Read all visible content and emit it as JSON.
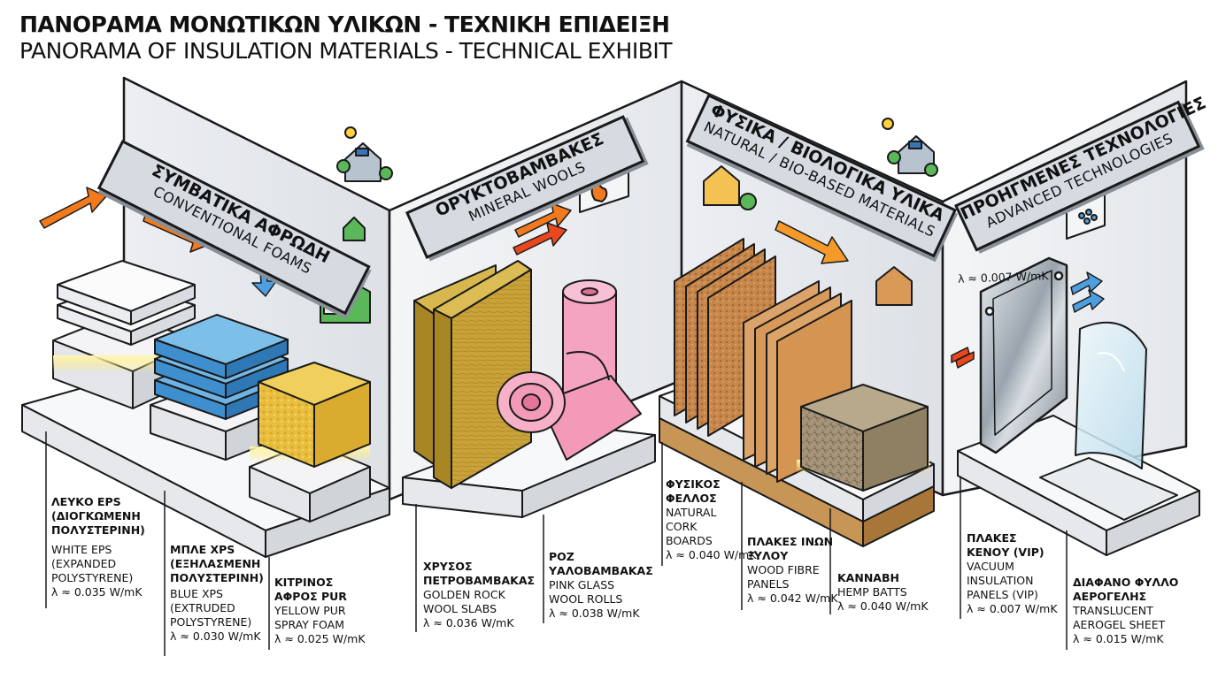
{
  "title": {
    "greek": "ΠΑΝΟΡΑΜΑ ΜΟΝΩΤΙΚΩΝ ΥΛΙΚΩΝ - ΤΕΧΝΙΚΗ ΕΠΙΔΕΙΞΗ",
    "english": "PANORAMA OF INSULATION MATERIALS - TECHNICAL EXHIBIT"
  },
  "sections": [
    {
      "id": "conventional",
      "greek": "ΣΥΜΒΑΤΙΚΑ ΑΦΡΩΔΗ",
      "english": "CONVENTIONAL FOAMS"
    },
    {
      "id": "mineral",
      "greek": "ΟΡΥΚΤΟΒΑΜΒΑΚΕΣ",
      "english": "MINERAL WOOLS"
    },
    {
      "id": "natural",
      "greek": "ΦΥΣΙΚΑ / ΒΙΟΛΟΓΙΚΑ ΥΛΙΚΑ",
      "english": "NATURAL / BIO-BASED MATERIALS"
    },
    {
      "id": "advanced",
      "greek": "ΠΡΟΗΓΜΕΝΕΣ ΤΕΧΝΟΛΟΓΙΕΣ",
      "english": "ADVANCED TECHNOLOGIES"
    }
  ],
  "materials": [
    {
      "id": "white-eps",
      "greek": [
        "ΛΕΥΚΟ EPS",
        "(ΔΙΟΓΚΩΜΕΝΗ",
        "ΠΟΛΥΣΤΕΡΙΝΗ)"
      ],
      "english": [
        "WHITE EPS",
        "(EXPANDED",
        "POLYSTYRENE)"
      ],
      "lambda": "λ ≈ 0.035 W/mK"
    },
    {
      "id": "blue-xps",
      "greek": [
        "ΜΠΛΕ XPS",
        "(ΕΞΗΛΑΣΜΕΝΗ",
        "ΠΟΛΥΣΤΕΡΙΝΗ)"
      ],
      "english": [
        "BLUE XPS",
        "(EXTRUDED",
        "POLYSTYRENE)"
      ],
      "lambda": "λ ≈ 0.030 W/mK"
    },
    {
      "id": "yellow-pur",
      "greek": [
        "ΚΙΤΡΙΝΟΣ",
        "ΑΦΡΟΣ PUR"
      ],
      "english": [
        "YELLOW PUR",
        "SPRAY FOAM"
      ],
      "lambda": "λ ≈ 0.025 W/mK"
    },
    {
      "id": "golden-rock",
      "greek": [
        "ΧΡΥΣΟΣ",
        "ΠΕΤΡΟΒΑΜΒΑΚΑΣ"
      ],
      "english": [
        "GOLDEN ROCK",
        "WOOL SLABS"
      ],
      "lambda": "λ ≈ 0.036 W/mK"
    },
    {
      "id": "pink-glass",
      "greek": [
        "ΡΟΖ",
        "ΥΑΛΟΒΑΜΒΑΚΑΣ"
      ],
      "english": [
        "PINK GLASS",
        "WOOL ROLLS"
      ],
      "lambda": "λ ≈ 0.038 W/mK"
    },
    {
      "id": "cork",
      "greek": [
        "ΦΥΣΙΚΟΣ",
        "ΦΕΛΛΟΣ"
      ],
      "english": [
        "NATURAL",
        "CORK",
        "BOARDS"
      ],
      "lambda": "λ ≈ 0.040 W/mK"
    },
    {
      "id": "wood-fibre",
      "greek": [
        "ΠΛΑΚΕΣ ΙΝΩΝ",
        "ΞΥΛΟΥ"
      ],
      "english": [
        "WOOD FIBRE",
        "PANELS"
      ],
      "lambda": "λ ≈ 0.042 W/mK"
    },
    {
      "id": "hemp",
      "greek": [
        "ΚΑΝΝΑΒΗ"
      ],
      "english": [
        "HEMP BATTS"
      ],
      "lambda": "λ ≈ 0.040 W/mK"
    },
    {
      "id": "vip",
      "greek": [
        "ΠΛΑΚΕΣ",
        "ΚΕΝΟΥ (VIP)"
      ],
      "english": [
        "VACUUM",
        "INSULATION",
        "PANELS (VIP)"
      ],
      "lambda": "λ ≈ 0.007 W/mK"
    },
    {
      "id": "aerogel",
      "greek": [
        "ΔΙΑΦΑΝΟ ΦΥΛΛΟ",
        "ΑΕΡΟΓΕΛΗΣ"
      ],
      "english": [
        "TRANSLUCENT",
        "AEROGEL SHEET"
      ],
      "lambda": "λ ≈ 0.015 W/mK"
    }
  ],
  "vip_panel_lambda": "λ ≈ 0.007 W/mK",
  "icons": [
    "house-icon",
    "house-solar-icon",
    "heat-arrow-icon",
    "flame-icon",
    "airflow-arrow-icon",
    "aerogel-icon",
    "tree-icon",
    "sun-icon"
  ],
  "colors": {
    "eps": "#f2f3f5",
    "xps": "#5aa6dd",
    "pur": "#e9c34a",
    "rock_wool": "#c9a33a",
    "glass_wool": "#f29ab7",
    "cork": "#c98a4b",
    "wood_fibre": "#d69a5a",
    "hemp": "#a3937a",
    "vip": "#b9c2cc",
    "aerogel": "#d9eef7",
    "arrow_hot": "#f07a1d",
    "arrow_cold": "#4d9fe0",
    "sign": "#d6dbe1"
  }
}
